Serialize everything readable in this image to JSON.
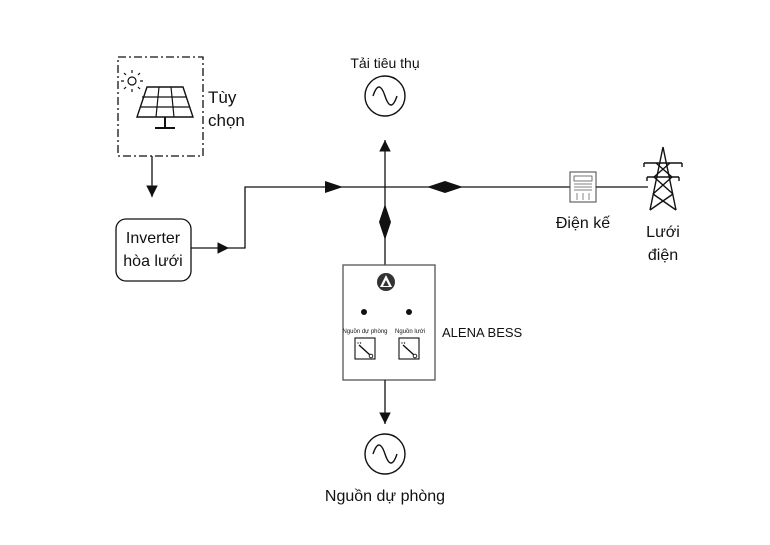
{
  "labels": {
    "optional": [
      "Tùy",
      "chọn"
    ],
    "inverter": [
      "Inverter",
      "hòa lưới"
    ],
    "load": "Tải tiêu thụ",
    "meter": "Điện kế",
    "grid": [
      "Lưới",
      "điện"
    ],
    "bess": "ALENA BESS",
    "backup": "Nguồn dự phòng",
    "switch_backup": "Nguồn dự phòng",
    "switch_grid": "Nguồn lưới"
  },
  "colors": {
    "line": "#111111",
    "panel_border": "#555555",
    "logo": "#333333"
  },
  "icons": [
    "sun-icon",
    "solar-panel-icon",
    "ac-source-icon",
    "electric-meter-icon",
    "transmission-tower-icon",
    "alena-logo-icon",
    "rotary-switch-icon"
  ]
}
